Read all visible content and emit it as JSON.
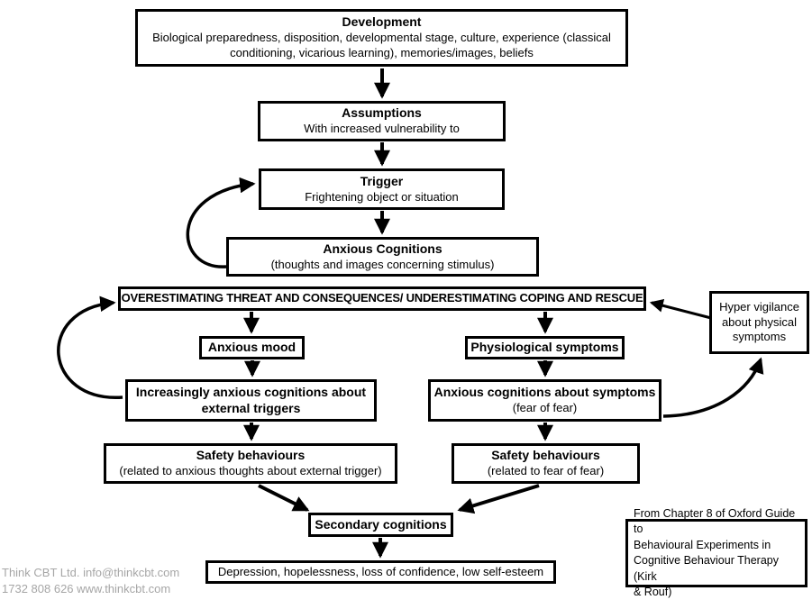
{
  "colors": {
    "border": "#000000",
    "text": "#000000",
    "contact_text": "#a6a6a6",
    "background": "#ffffff"
  },
  "nodes": {
    "development": {
      "title": "Development",
      "body": "Biological preparedness, disposition, developmental stage, culture, experience (classical\nconditioning, vicarious learning), memories/images, beliefs"
    },
    "assumptions": {
      "title": "Assumptions",
      "body": "With increased vulnerability to"
    },
    "trigger": {
      "title": "Trigger",
      "body": "Frightening object or situation"
    },
    "anxious_cognitions": {
      "title": "Anxious Cognitions",
      "body": "(thoughts and images concerning stimulus)"
    },
    "overestimating": {
      "title": "OVERESTIMATING THREAT AND CONSEQUENCES/ UNDERESTIMATING COPING AND RESCUE"
    },
    "anxious_mood": {
      "title": "Anxious mood"
    },
    "physiological_symptoms": {
      "title": "Physiological symptoms"
    },
    "increasingly_anxious": {
      "title": "Increasingly anxious cognitions about\nexternal triggers"
    },
    "anxious_cognitions_symptoms": {
      "title": "Anxious cognitions about symptoms",
      "body": "(fear of fear)"
    },
    "safety_behaviours_external": {
      "title": "Safety behaviours",
      "body": "(related to anxious thoughts about external trigger)"
    },
    "safety_behaviours_fear": {
      "title": "Safety behaviours",
      "body": "(related to fear of fear)"
    },
    "hyper_vigilance": {
      "body": "Hyper vigilance\nabout physical\nsymptoms"
    },
    "secondary_cognitions": {
      "title": "Secondary cognitions"
    },
    "depression": {
      "body": "Depression, hopelessness, loss of confidence, low self-esteem"
    },
    "reference": {
      "body": "From Chapter 8 of Oxford Guide to\nBehavioural Experiments in\nCognitive Behaviour Therapy (Kirk\n& Rouf)"
    }
  },
  "contact": {
    "text": "Think CBT Ltd. info@thinkcbt.com\n1732 808 626 www.thinkcbt.com"
  }
}
